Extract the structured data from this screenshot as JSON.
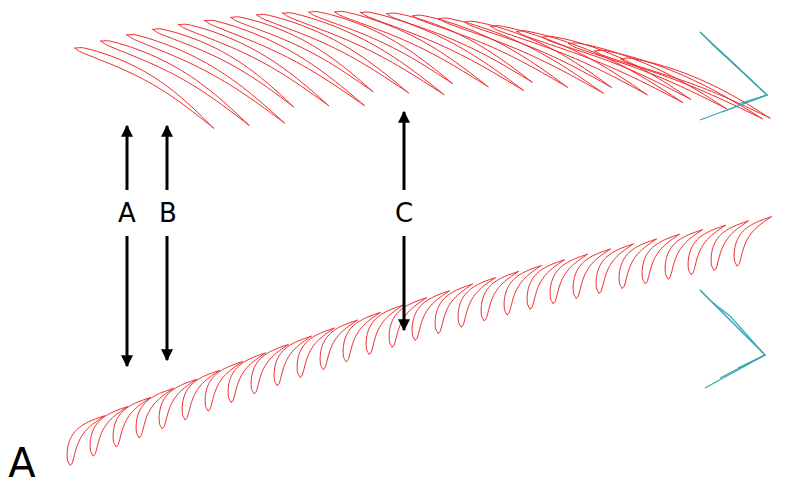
{
  "diagram": {
    "labels": [
      "A",
      "B",
      "C",
      "A"
    ]
  }
}
